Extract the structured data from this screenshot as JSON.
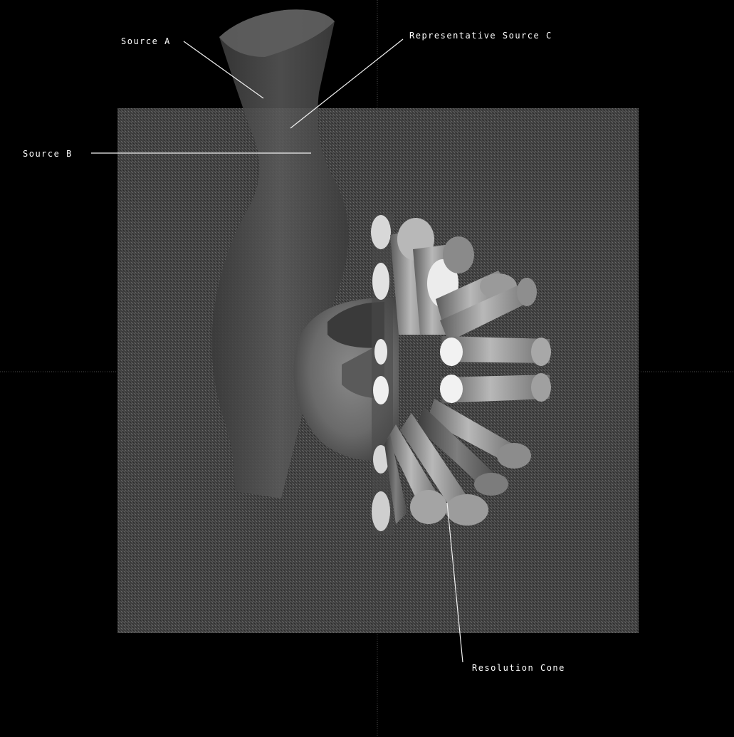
{
  "labels": {
    "source_a": "Source A",
    "source_b": "Source B",
    "representative_source_c": "Representative Source C",
    "resolution_cone": "Resolution Cone"
  },
  "colors": {
    "background": "#000000",
    "panel": "#444444",
    "label_text": "#ffffff",
    "cone_highlight": "#f2f2f2"
  }
}
